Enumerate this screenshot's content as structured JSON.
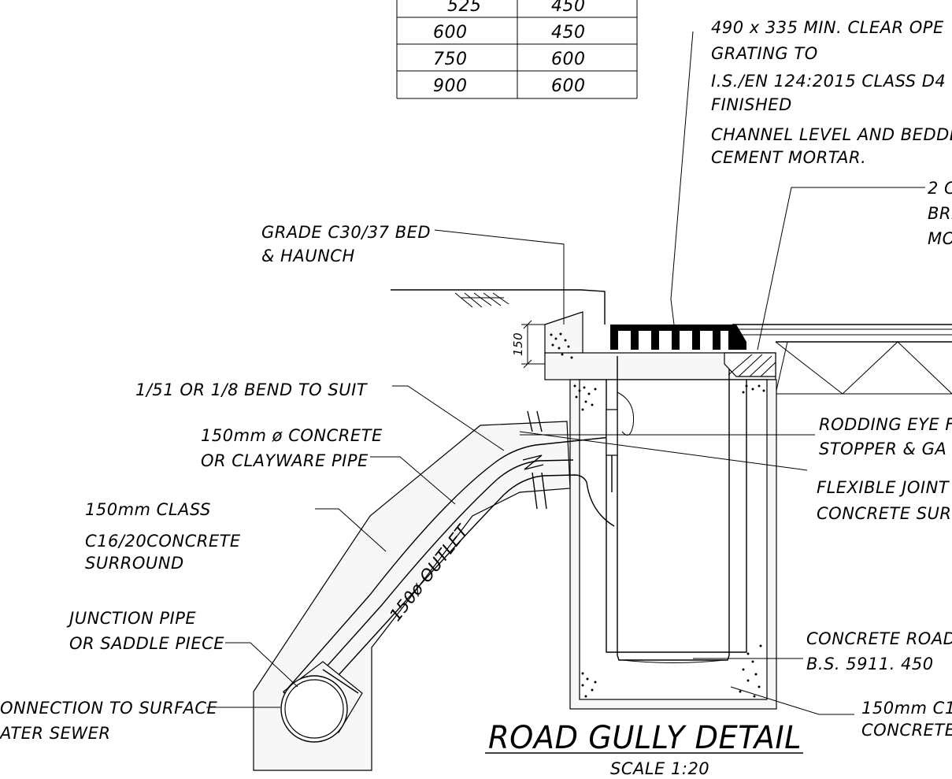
{
  "table": {
    "rows": [
      {
        "a": "525",
        "b": "450"
      },
      {
        "a": "600",
        "b": "450"
      },
      {
        "a": "750",
        "b": "600"
      },
      {
        "a": "900",
        "b": "600"
      }
    ]
  },
  "labels": {
    "grating_1": "490 x 335 MIN. CLEAR OPE",
    "grating_2": "GRATING TO",
    "grating_3": "I.S./EN 124:2015 CLASS D4",
    "grating_4": "FINISHED",
    "grating_5": "CHANNEL LEVEL AND BEDDE",
    "grating_6": "CEMENT MORTAR.",
    "brick_1": "2 C",
    "brick_2": "BRI",
    "brick_3": "MO",
    "grade_1": "GRADE C30/37 BED",
    "grade_2": "& HAUNCH",
    "dim_150": "150",
    "bend": "1/51 OR 1/8 BEND TO SUIT",
    "pipe_1": "150mm ø CONCRETE",
    "pipe_2": "OR CLAYWARE PIPE",
    "class_1": "150mm CLASS",
    "class_2": "C16/20CONCRETE",
    "class_3": "SURROUND",
    "outlet": "150ø OUTLET",
    "junction_1": "JUNCTION PIPE",
    "junction_2": "OR SADDLE PIECE",
    "conn_1": "ONNECTION TO SURFACE",
    "conn_2": "ATER SEWER",
    "rodding_1": "RODDING EYE F",
    "rodding_2": "STOPPER & GA",
    "flex_1": "FLEXIBLE JOINT",
    "flex_2": "CONCRETE SURF",
    "road_1": "CONCRETE ROAD",
    "road_2": "B.S. 5911. 450",
    "c150_1": "150mm C1",
    "c150_2": "CONCRETE"
  },
  "title": {
    "main": "ROAD GULLY DETAIL",
    "scale": "SCALE 1:20"
  }
}
